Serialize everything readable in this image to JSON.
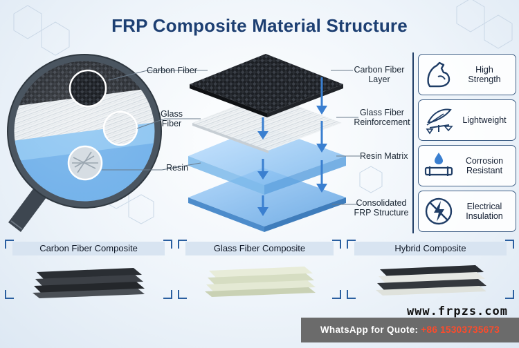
{
  "title": "FRP Composite Material Structure",
  "left_labels": {
    "carbon": "Carbon Fiber",
    "glass": "Glass\nFiber",
    "resin": "Resin"
  },
  "layer_labels": {
    "carbon_layer": "Carbon Fiber\nLayer",
    "glass_reinf": "Glass Fiber\nReinforcement",
    "resin_matrix": "Resin Matrix",
    "consolidated": "Consolidated\nFRP Structure"
  },
  "properties": [
    {
      "label": "High\nStrength",
      "icon": "strength-arm-icon"
    },
    {
      "label": "Lightweight",
      "icon": "feather-scale-icon"
    },
    {
      "label": "Corrosion\nResistant",
      "icon": "pipe-drop-icon"
    },
    {
      "label": "Electrical\nInsulation",
      "icon": "no-electricity-icon"
    }
  ],
  "samples": [
    "Carbon Fiber Composite",
    "Glass Fiber Composite",
    "Hybrid Composite"
  ],
  "website": "www.frpzs.com",
  "whatsapp": {
    "prefix": "WhatsApp for Quote: ",
    "phone": "+86 15303735673"
  },
  "colors": {
    "title": "#1d3f72",
    "accent": "#3a7fd0",
    "frame": "#1f3d66",
    "phone": "#ff4a2a"
  }
}
